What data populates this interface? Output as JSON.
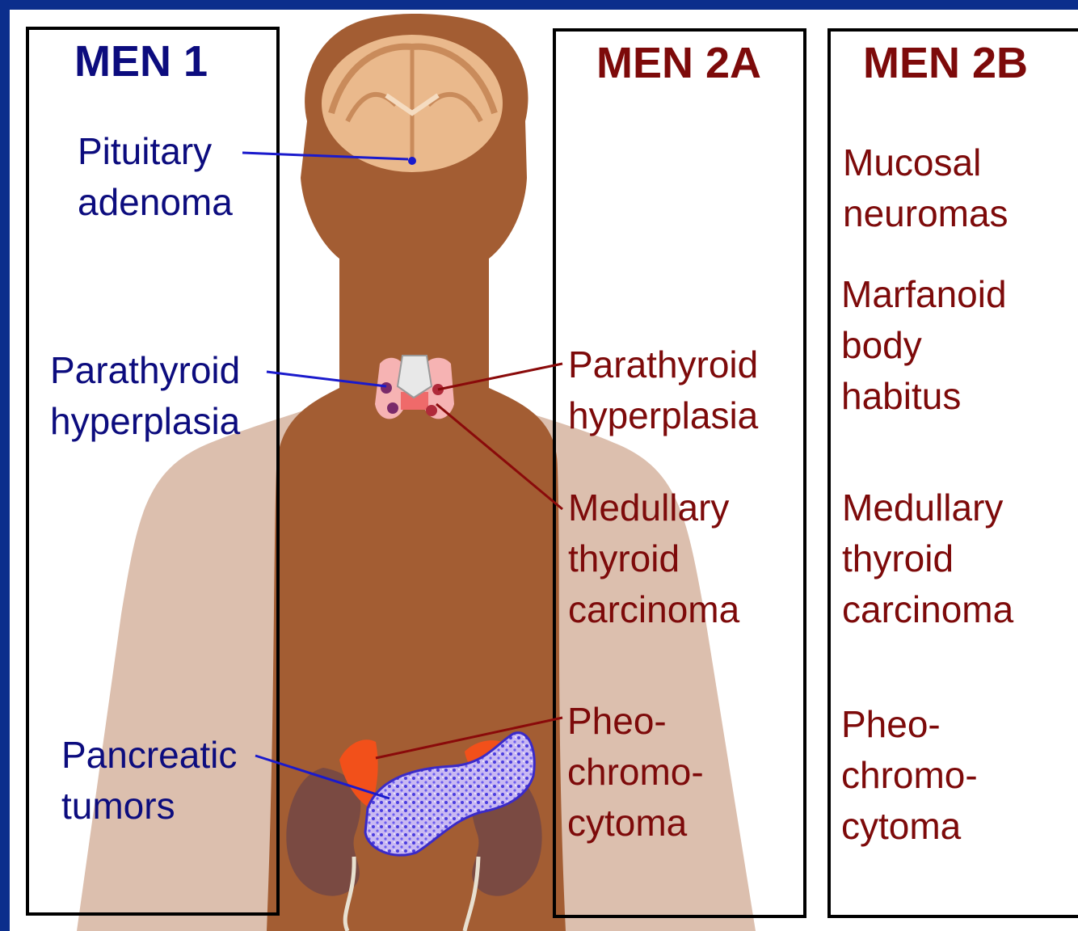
{
  "colors": {
    "frame": "#0b2e8c",
    "skin_dark": "#a35d33",
    "skin_light": "#dcbfae",
    "men1_text": "#0c0c7e",
    "men2_text": "#7d0a0a",
    "pancreas": "#4b3ddf",
    "adrenal": "#f2501a",
    "kidney": "#7a4a42"
  },
  "icons": [
    "brain-icon",
    "thyroid-icon",
    "pancreas-icon",
    "adrenal-icon",
    "kidney-icon"
  ],
  "men1": {
    "title": "MEN 1",
    "pituitary": "Pituitary\nadenoma",
    "parathyroid": "Parathyroid\nhyperplasia",
    "pancreatic": "Pancreatic\ntumors"
  },
  "men2a": {
    "title": "MEN 2A",
    "parathyroid": "Parathyroid\nhyperplasia",
    "medullary": "Medullary\nthyroid\ncarcinoma",
    "pheo": "Pheo-\nchromo-\ncytoma"
  },
  "men2b": {
    "title": "MEN 2B",
    "mucosal": "Mucosal\nneuromas",
    "marfanoid": "Marfanoid\nbody\nhabitus",
    "medullary": "Medullary\nthyroid\ncarcinoma",
    "pheo": "Pheo-\nchromo-\ncytoma"
  }
}
